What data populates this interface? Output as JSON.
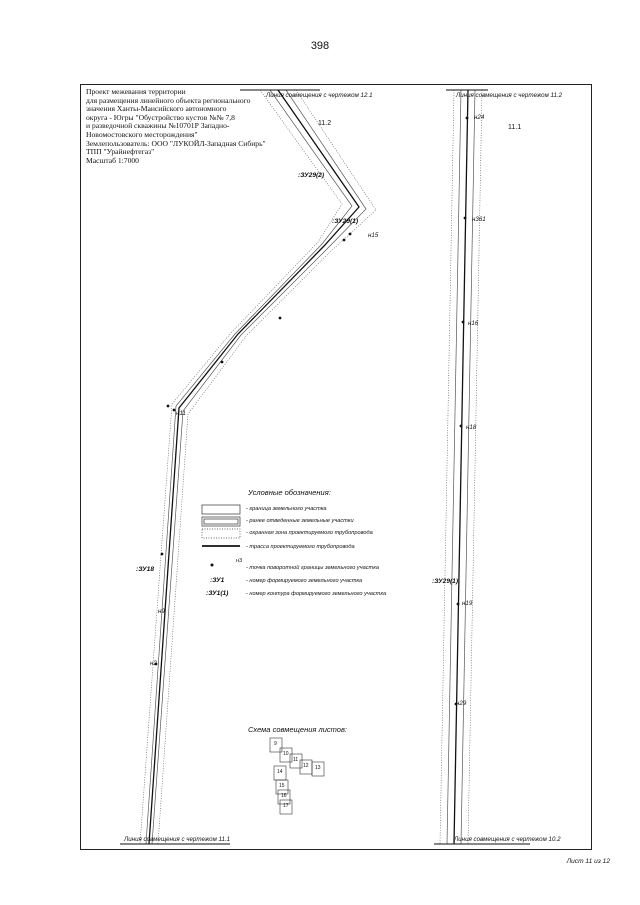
{
  "page_number": "398",
  "title_block": [
    "Проект межевания территории",
    "для размещения линейного объекта регионального",
    "значения Ханты-Мансийского автономного",
    "округа - Югры \"Обустройство кустов №№ 7,8",
    "и разведочной скважины №10701Р Западно-",
    "Новомостовского месторождения\"",
    "Землепользователь: ООО \"ЛУКОЙЛ-Западная Сибирь\"",
    "ТПП \"Урайнефтегаз\"",
    "Масштаб 1:7000"
  ],
  "sheet_refs": {
    "top_left": "Линия совмещения с чертежом 12.1",
    "top_right": "Линия совмещения с чертежом 11.2",
    "bottom_left": "Линия совмещения с чертежом 11.1",
    "bottom_right": "Линия совмещения с чертежом 10.2"
  },
  "zones": {
    "left": "11.2",
    "right": "11.1"
  },
  "parcels": {
    "zu29_2": ":ЗУ29(2)",
    "zu29_1": ":ЗУ29(1)",
    "zu18": ":ЗУ18",
    "zu29_right": ":ЗУ29(1)"
  },
  "point_numbers": [
    "н15",
    "н11",
    "н9",
    "н2",
    "н24",
    "н361",
    "н16",
    "н18",
    "н19",
    "н29"
  ],
  "legend": {
    "title": "Условные обозначения:",
    "items": [
      {
        "symbol": "thin-rect",
        "text": "- граница земельного участка"
      },
      {
        "symbol": "double-rect",
        "text": "- ранее отведенные земельные участки"
      },
      {
        "symbol": "dotted-rect",
        "text": "- охранная зона проектируемого трубопровода"
      },
      {
        "symbol": "thick-line",
        "text": "- трасса проектируемого трубопровода"
      },
      {
        "symbol": "point",
        "label": "н3",
        "text": "- точка поворотной границы земельного участка"
      },
      {
        "symbol": "text",
        "label": ":ЗУ1",
        "text": "- номер формируемого земельного участка"
      },
      {
        "symbol": "text",
        "label": ":ЗУ1(1)",
        "text": "- номер контура формируемого земельного участка"
      }
    ]
  },
  "scheme": {
    "title": "Схема совмещения листов:",
    "sheets": [
      "9",
      "10",
      "11",
      "12",
      "13",
      "14",
      "15",
      "16",
      "17"
    ]
  },
  "footer": "Лист 11 из 12",
  "colors": {
    "ink": "#222222",
    "line": "#333333"
  }
}
